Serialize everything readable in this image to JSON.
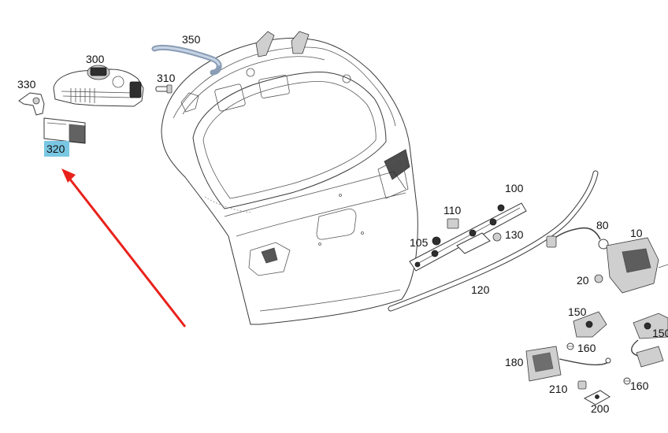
{
  "highlight": {
    "part": "320",
    "color": "#79c7e3"
  },
  "arrow": {
    "color": "#e8221b"
  },
  "labels": {
    "p10": "10",
    "p20": "20",
    "p80": "80",
    "p100": "100",
    "p105": "105",
    "p110": "110",
    "p120": "120",
    "p130": "130",
    "p150a": "150",
    "p150b": "150",
    "p160a": "160",
    "p160b": "160",
    "p180": "180",
    "p200": "200",
    "p210": "210",
    "p300": "300",
    "p310": "310",
    "p320": "320",
    "p330": "330",
    "p350": "350"
  }
}
